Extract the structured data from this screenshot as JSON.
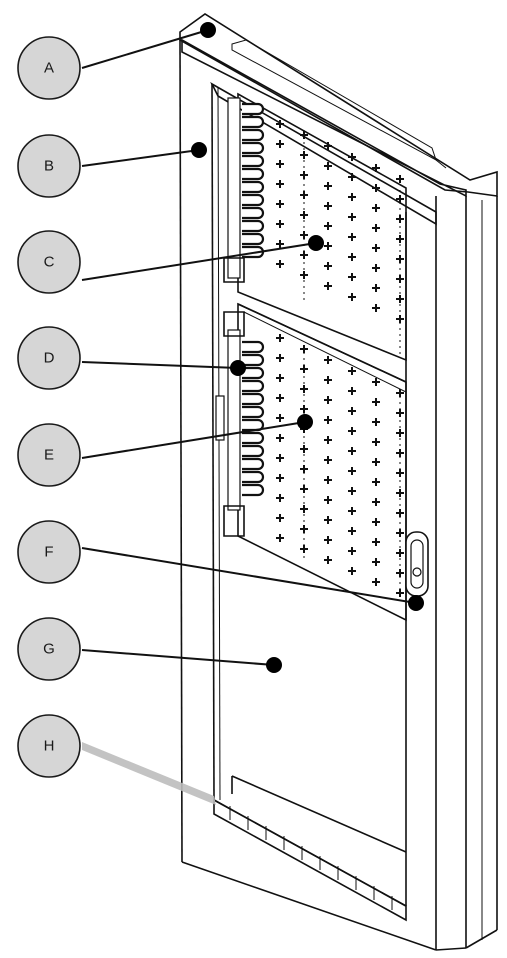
{
  "callouts": [
    {
      "label": "A"
    },
    {
      "label": "B"
    },
    {
      "label": "C"
    },
    {
      "label": "D"
    },
    {
      "label": "E"
    },
    {
      "label": "F"
    },
    {
      "label": "G"
    },
    {
      "label": "H"
    }
  ],
  "colors": {
    "callout_fill": "#d6d6d6",
    "line": "#111111",
    "background": "#ffffff"
  }
}
